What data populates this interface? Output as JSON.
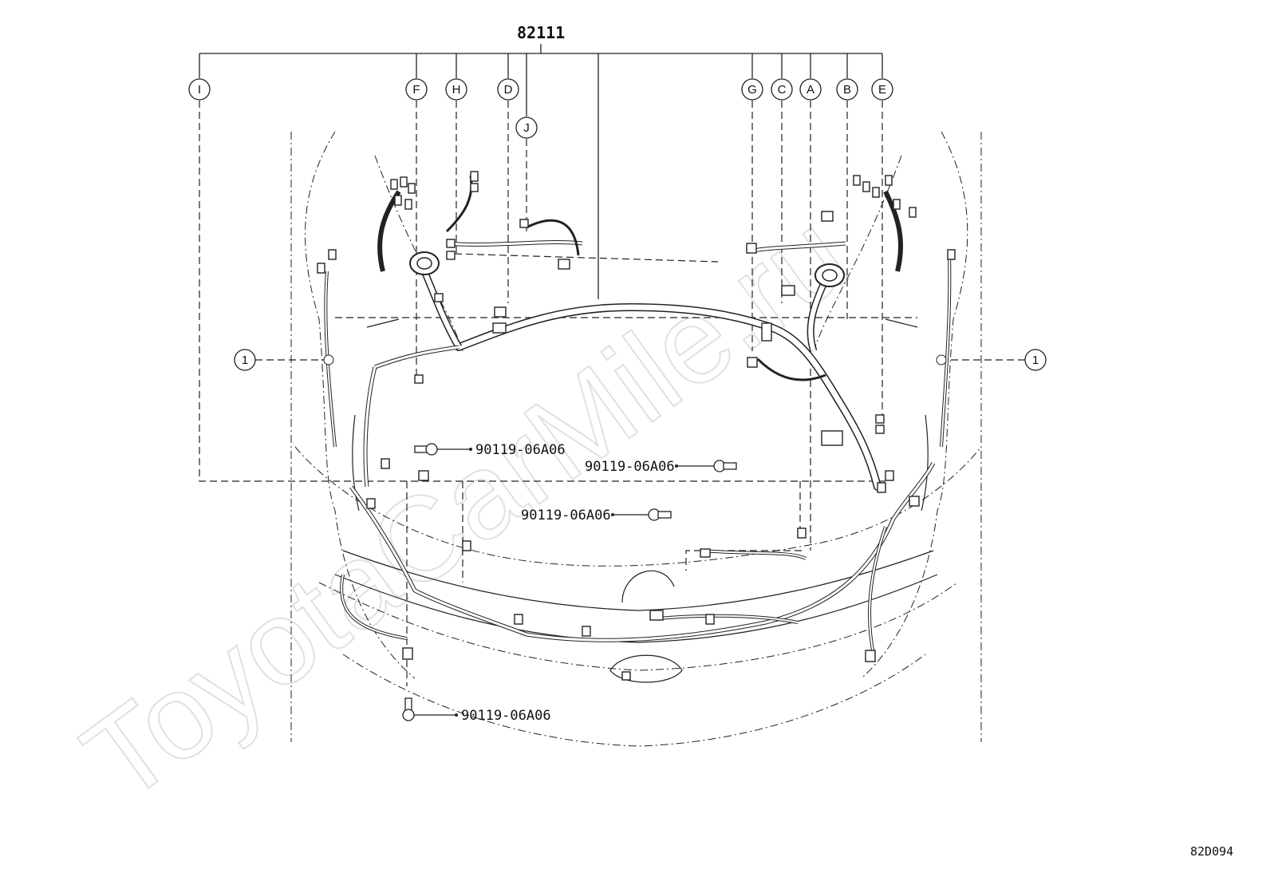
{
  "diagram": {
    "group_part_number": "82111",
    "callouts_top": [
      "I",
      "F",
      "H",
      "D",
      "J",
      "G",
      "C",
      "A",
      "B",
      "E"
    ],
    "side_callout": "1",
    "bolt_part_number": "90119-06A06",
    "figure_code": "82D094",
    "watermark": "ToyotaCarMile.ru"
  }
}
